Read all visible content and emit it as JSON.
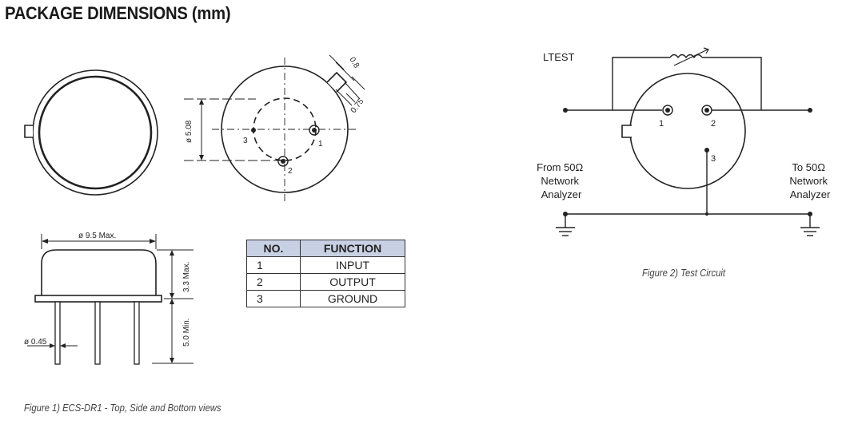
{
  "page_title": "PACKAGE DIMENSIONS (mm)",
  "figure1": {
    "caption": "Figure 1) ECS-DR1 - Top, Side and Bottom views",
    "bottom_view": {
      "pin_circle_label": "ø 5.08",
      "tab_width_label": "0.8",
      "tab_height_label": "0.75",
      "pin_labels": [
        "1",
        "2",
        "3"
      ]
    },
    "side_view": {
      "diameter_label": "ø 9.5 Max.",
      "height_label": "3.3 Max.",
      "lead_length_label": "5.0 Min.",
      "lead_diameter_label": "ø 0.45"
    }
  },
  "pin_table": {
    "headers": [
      "NO.",
      "FUNCTION"
    ],
    "rows": [
      {
        "no": "1",
        "function": "INPUT"
      },
      {
        "no": "2",
        "function": "OUTPUT"
      },
      {
        "no": "3",
        "function": "GROUND"
      }
    ],
    "header_color": "#c8d0e4"
  },
  "figure2": {
    "caption": "Figure 2) Test Circuit",
    "inductor_label": "LTEST",
    "pin_labels": [
      "1",
      "2",
      "3"
    ],
    "left_label": [
      "From 50Ω",
      "Network",
      "Analyzer"
    ],
    "right_label": [
      "To 50Ω",
      "Network",
      "Analyzer"
    ]
  }
}
